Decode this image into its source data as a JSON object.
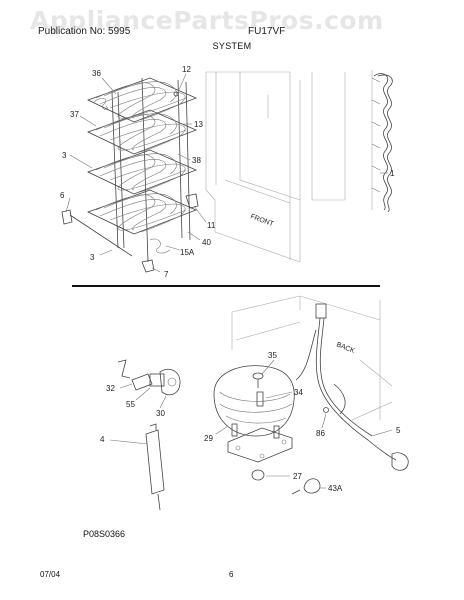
{
  "header": {
    "watermark": "AppliancePartsPros.com",
    "left_text": "Publication No: 5995",
    "right_text": "FU17VF",
    "section_title": "SYSTEM"
  },
  "labels": {
    "l36": "36",
    "l12": "12",
    "l37": "37",
    "l13": "13",
    "l3a": "3",
    "l38": "38",
    "l6": "6",
    "l11": "11",
    "l40": "40",
    "l15a": "15A",
    "l3b": "3",
    "l7": "7",
    "l1": "1",
    "front": "FRONT",
    "back": "BACK",
    "l35": "35",
    "l32": "32",
    "l34": "34",
    "l55": "55",
    "l30": "30",
    "l86": "86",
    "l4": "4",
    "l29": "29",
    "l5": "5",
    "l27": "27",
    "l43a": "43A"
  },
  "footer": {
    "part_code": "P08S0366",
    "date": "07/04",
    "page": "6"
  }
}
